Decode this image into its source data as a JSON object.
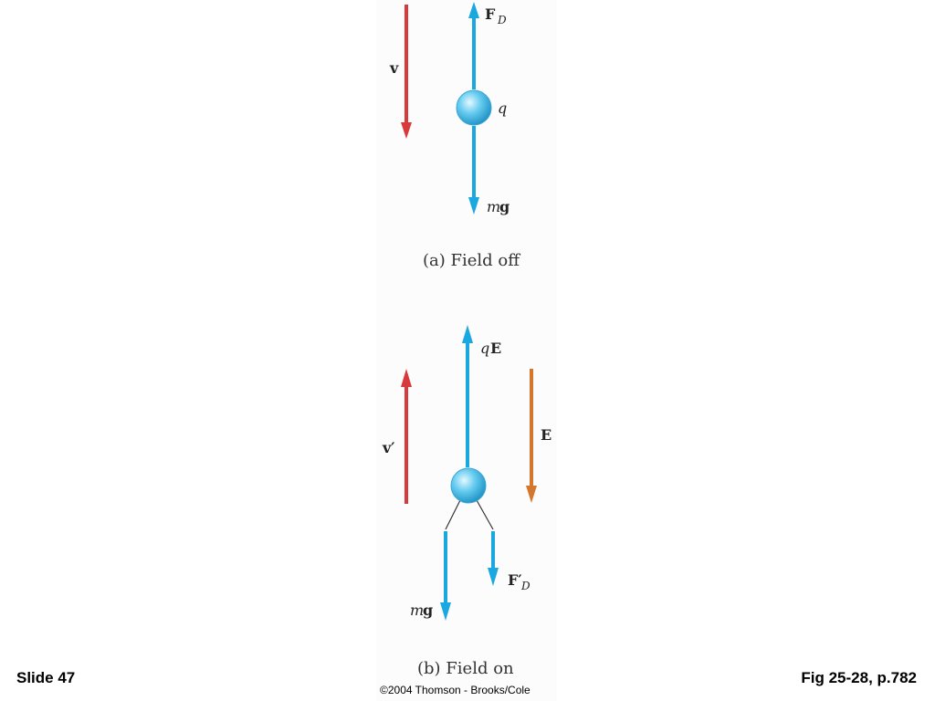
{
  "panel_a": {
    "velocity_label": "v",
    "drag_force_label": "F",
    "drag_force_subscript": "D",
    "charge_label": "q",
    "weight_label_m": "m",
    "weight_label_g": "g",
    "caption": "(a) Field off"
  },
  "panel_b": {
    "electric_force_label_q": "q",
    "electric_force_label_E": "E",
    "velocity_label": "v′",
    "field_label": "E",
    "drag_force_label": "F′",
    "drag_force_subscript": "D",
    "weight_label_m": "m",
    "weight_label_g": "g",
    "caption": "(b) Field on"
  },
  "footer": {
    "slide_number": "Slide 47",
    "figure_reference": "Fig 25-28, p.782",
    "copyright": "©2004 Thomson - Brooks/Cole"
  },
  "colors": {
    "force_arrow": "#1ba7e0",
    "velocity_arrow": "#d83a3c",
    "field_arrow": "#d4772c",
    "charge_sphere": "#66ccf0"
  }
}
